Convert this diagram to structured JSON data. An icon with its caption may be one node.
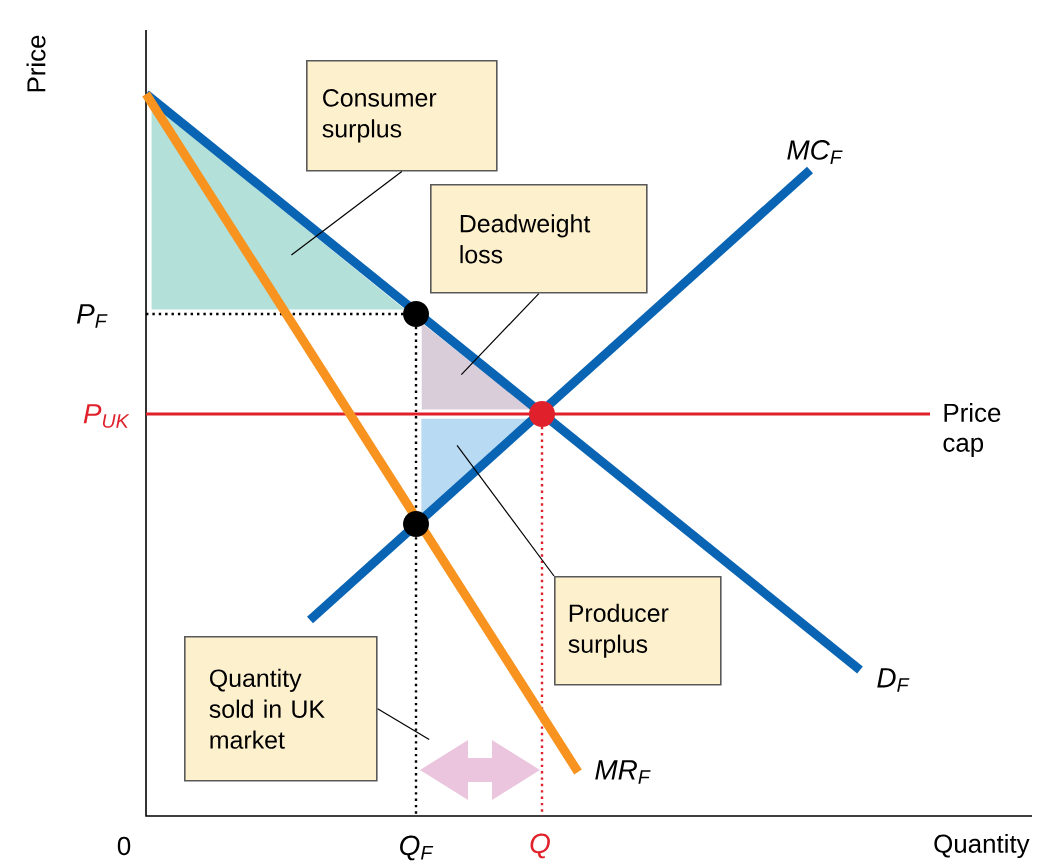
{
  "diagram": {
    "nodes": [
      {
        "text": [
          "Consumer surplus"
        ]
      },
      {
        "text": [
          "Deadweight loss"
        ]
      },
      {
        "text": [
          "Producer surplus"
        ]
      },
      {
        "text": [
          "Quantity sold in UK market"
        ]
      },
      {
        "text": [],
        "shape": "triangle"
      },
      {
        "text": [],
        "shape": "triangle"
      },
      {
        "text": [],
        "shape": "triangle"
      },
      {
        "text": [],
        "shape": "arrow"
      }
    ],
    "edges": [
      {
        "from": 0,
        "to": 4,
        "arrow": "none"
      },
      {
        "from": 1,
        "to": 5,
        "arrow": "none"
      },
      {
        "from": 2,
        "to": 6,
        "arrow": "none"
      },
      {
        "from": 3,
        "to": 7,
        "arrow": "none"
      }
    ],
    "labels": [
      "Price",
      "MC$_{F}$",
      "P$_{F}$",
      "P$_{UK}$",
      "Price cap",
      "D$_{F}$",
      "MR$_{F}$",
      "0",
      "Q$_{F}$",
      "Q",
      "Quantity"
    ]
  }
}
